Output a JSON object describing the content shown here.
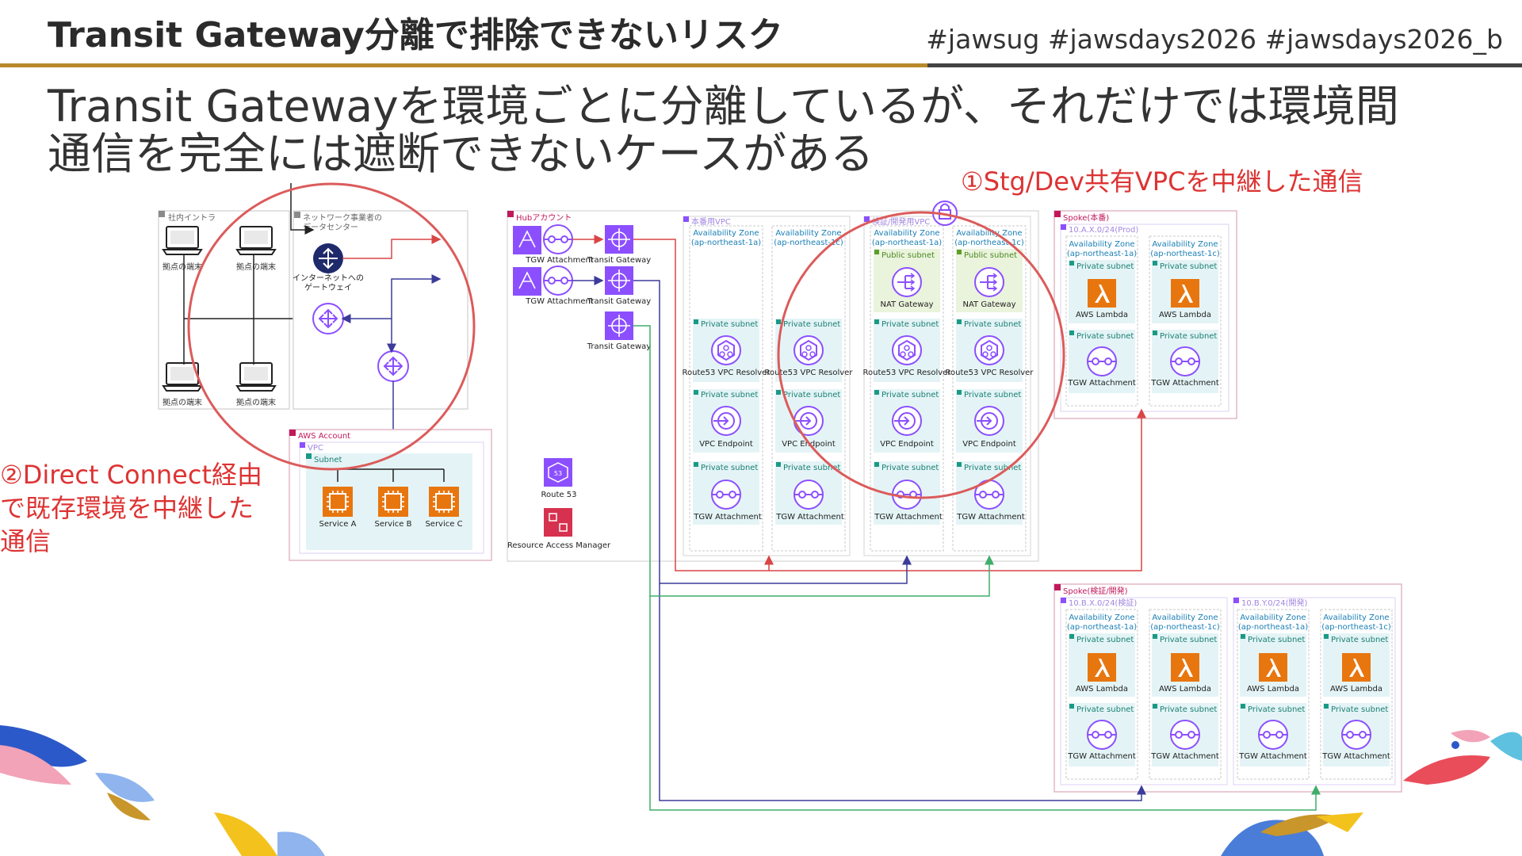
{
  "slide": {
    "title": "Transit Gateway分離で排除できないリスク",
    "hashtags": "#jawsug #jawsdays2026 #jawsdays2026_b",
    "lead_line1": "Transit Gatewayを環境ごとに分離しているが、それだけでは環境間",
    "lead_line2": "通信を完全には遮断できないケースがある",
    "callout1": "①Stg/Dev共有VPCを中継した通信",
    "callout2_l1": "②Direct Connect経由",
    "callout2_l2": "で既存環境を中継した",
    "callout2_l3": "通信"
  },
  "colors": {
    "accent_gold": "#b98a2c",
    "callout_red": "#dd3333",
    "route_purple": "#8c4fff",
    "lambda_orange": "#e8760f",
    "line_red": "#d94545",
    "line_navy": "#3b3b9a",
    "line_green": "#3fae6a"
  },
  "diagram": {
    "on_prem": {
      "label": "社内イントラ",
      "terminal": "拠点の端末"
    },
    "carrier": {
      "label_l1": "ネットワーク事業者の",
      "label_l2": "データセンター",
      "igw_l1": "インターネットへの",
      "igw_l2": "ゲートウェイ"
    },
    "aws_account": {
      "label": "AWS Account",
      "vpc": "VPC",
      "subnet": "Subnet",
      "services": [
        "Service A",
        "Service B",
        "Service C"
      ]
    },
    "hub": {
      "label": "Hubアカウント",
      "tgw_attachment": "TGW Attachment",
      "transit_gateway": "Transit Gateway",
      "route53": "Route 53",
      "ram": "Resource Access Manager"
    },
    "prod_vpc": {
      "label": "本番用VPC"
    },
    "shared_vpc": {
      "label": "検証/開発用VPC"
    },
    "az": {
      "label": "Availability Zone",
      "a": "(ap-northeast-1a)",
      "c": "(ap-northeast-1c)"
    },
    "subnets": {
      "private": "Private subnet",
      "public": "Public subnet"
    },
    "components": {
      "nat": "NAT Gateway",
      "resolver": "Route53 VPC Resolver",
      "endpoint": "VPC Endpoint",
      "tgw_attachment": "TGW Attachment",
      "lambda": "AWS Lambda"
    },
    "spoke_prod": {
      "label": "Spoke(本番)",
      "cidr": "10.A.X.0/24(Prod)"
    },
    "spoke_stg": {
      "label": "Spoke(検証/開発)",
      "cidr_stg": "10.B.X.0/24(検証)",
      "cidr_dev": "10.B.Y.0/24(開発)"
    }
  }
}
